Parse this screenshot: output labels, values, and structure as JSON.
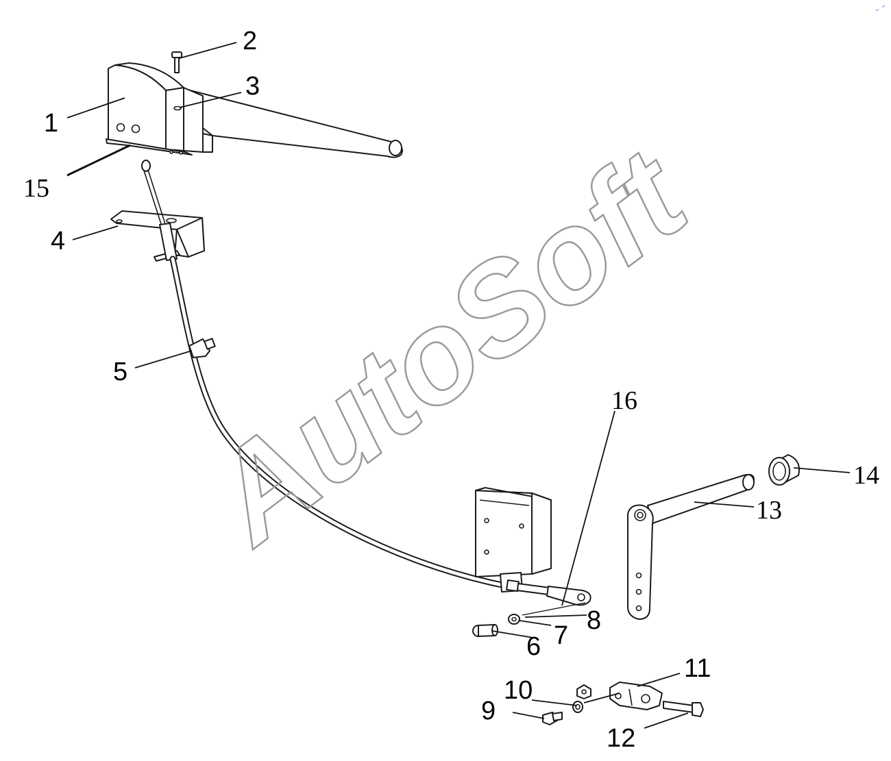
{
  "watermark": "AutoSoft",
  "callouts": [
    {
      "id": "1",
      "text": "1"
    },
    {
      "id": "2",
      "text": "2"
    },
    {
      "id": "3",
      "text": "3"
    },
    {
      "id": "4",
      "text": "4"
    },
    {
      "id": "5",
      "text": "5"
    },
    {
      "id": "6",
      "text": "6"
    },
    {
      "id": "7",
      "text": "7"
    },
    {
      "id": "8",
      "text": "8"
    },
    {
      "id": "9",
      "text": "9"
    },
    {
      "id": "10",
      "text": "10"
    },
    {
      "id": "11",
      "text": "11"
    },
    {
      "id": "12",
      "text": "12"
    },
    {
      "id": "13",
      "text": "13"
    },
    {
      "id": "14",
      "text": "14"
    },
    {
      "id": "15",
      "text": "15"
    },
    {
      "id": "16",
      "text": "16"
    }
  ],
  "colors": {
    "line": "#1a1a1a",
    "watermark": "#9a9a9a",
    "background": "#ffffff"
  }
}
